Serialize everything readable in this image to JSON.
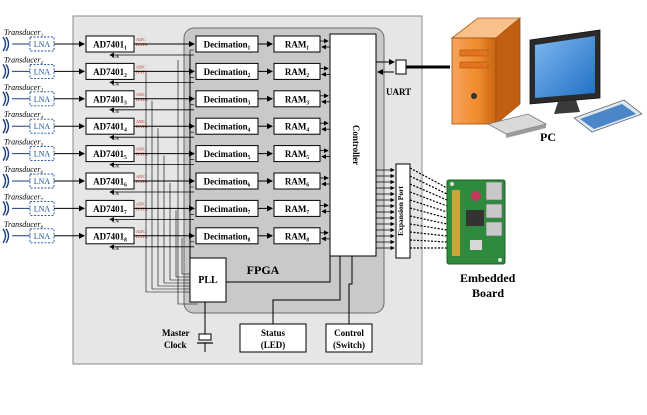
{
  "transducers": [
    {
      "label": "Transducer₁",
      "lna": "LNA",
      "adc": "AD7401₁"
    },
    {
      "label": "Transducer₂",
      "lna": "LNA",
      "adc": "AD7401₂"
    },
    {
      "label": "Transducer₃",
      "lna": "LNA",
      "adc": "AD7401₃"
    },
    {
      "label": "Transducer₄",
      "lna": "LNA",
      "adc": "AD7401₄"
    },
    {
      "label": "Transducer₅",
      "lna": "LNA",
      "adc": "AD7401₅"
    },
    {
      "label": "Transducer₆",
      "lna": "LNA",
      "adc": "AD7401₆"
    },
    {
      "label": "Transducer₇",
      "lna": "LNA",
      "adc": "AD7401₇"
    },
    {
      "label": "Transducer₈",
      "lna": "LNA",
      "adc": "AD7401₈"
    }
  ],
  "signals": {
    "adc": "ADC",
    "data": "DATA",
    "clk": "Clk"
  },
  "channels": [
    {
      "decimation": "Decimation₁",
      "ram": "RAM₁"
    },
    {
      "decimation": "Decimation₂",
      "ram": "RAM₂"
    },
    {
      "decimation": "Decimation₃",
      "ram": "RAM₃"
    },
    {
      "decimation": "Decimation₄",
      "ram": "RAM₄"
    },
    {
      "decimation": "Decimation₅",
      "ram": "RAM₅"
    },
    {
      "decimation": "Decimation₆",
      "ram": "RAM₆"
    },
    {
      "decimation": "Decimation₇",
      "ram": "RAM₇"
    },
    {
      "decimation": "Decimation₈",
      "ram": "RAM₈"
    }
  ],
  "controller": "Controller",
  "fpga": "FPGA",
  "pll": "PLL",
  "uart": "UART",
  "expansion_port": "Expansion Port",
  "pc": "PC",
  "embedded_board": [
    "Embedded",
    "Board"
  ],
  "master_clock": [
    "Master",
    "Clock"
  ],
  "status": [
    "Status",
    "(LED)"
  ],
  "control": [
    "Control",
    "(Switch)"
  ]
}
